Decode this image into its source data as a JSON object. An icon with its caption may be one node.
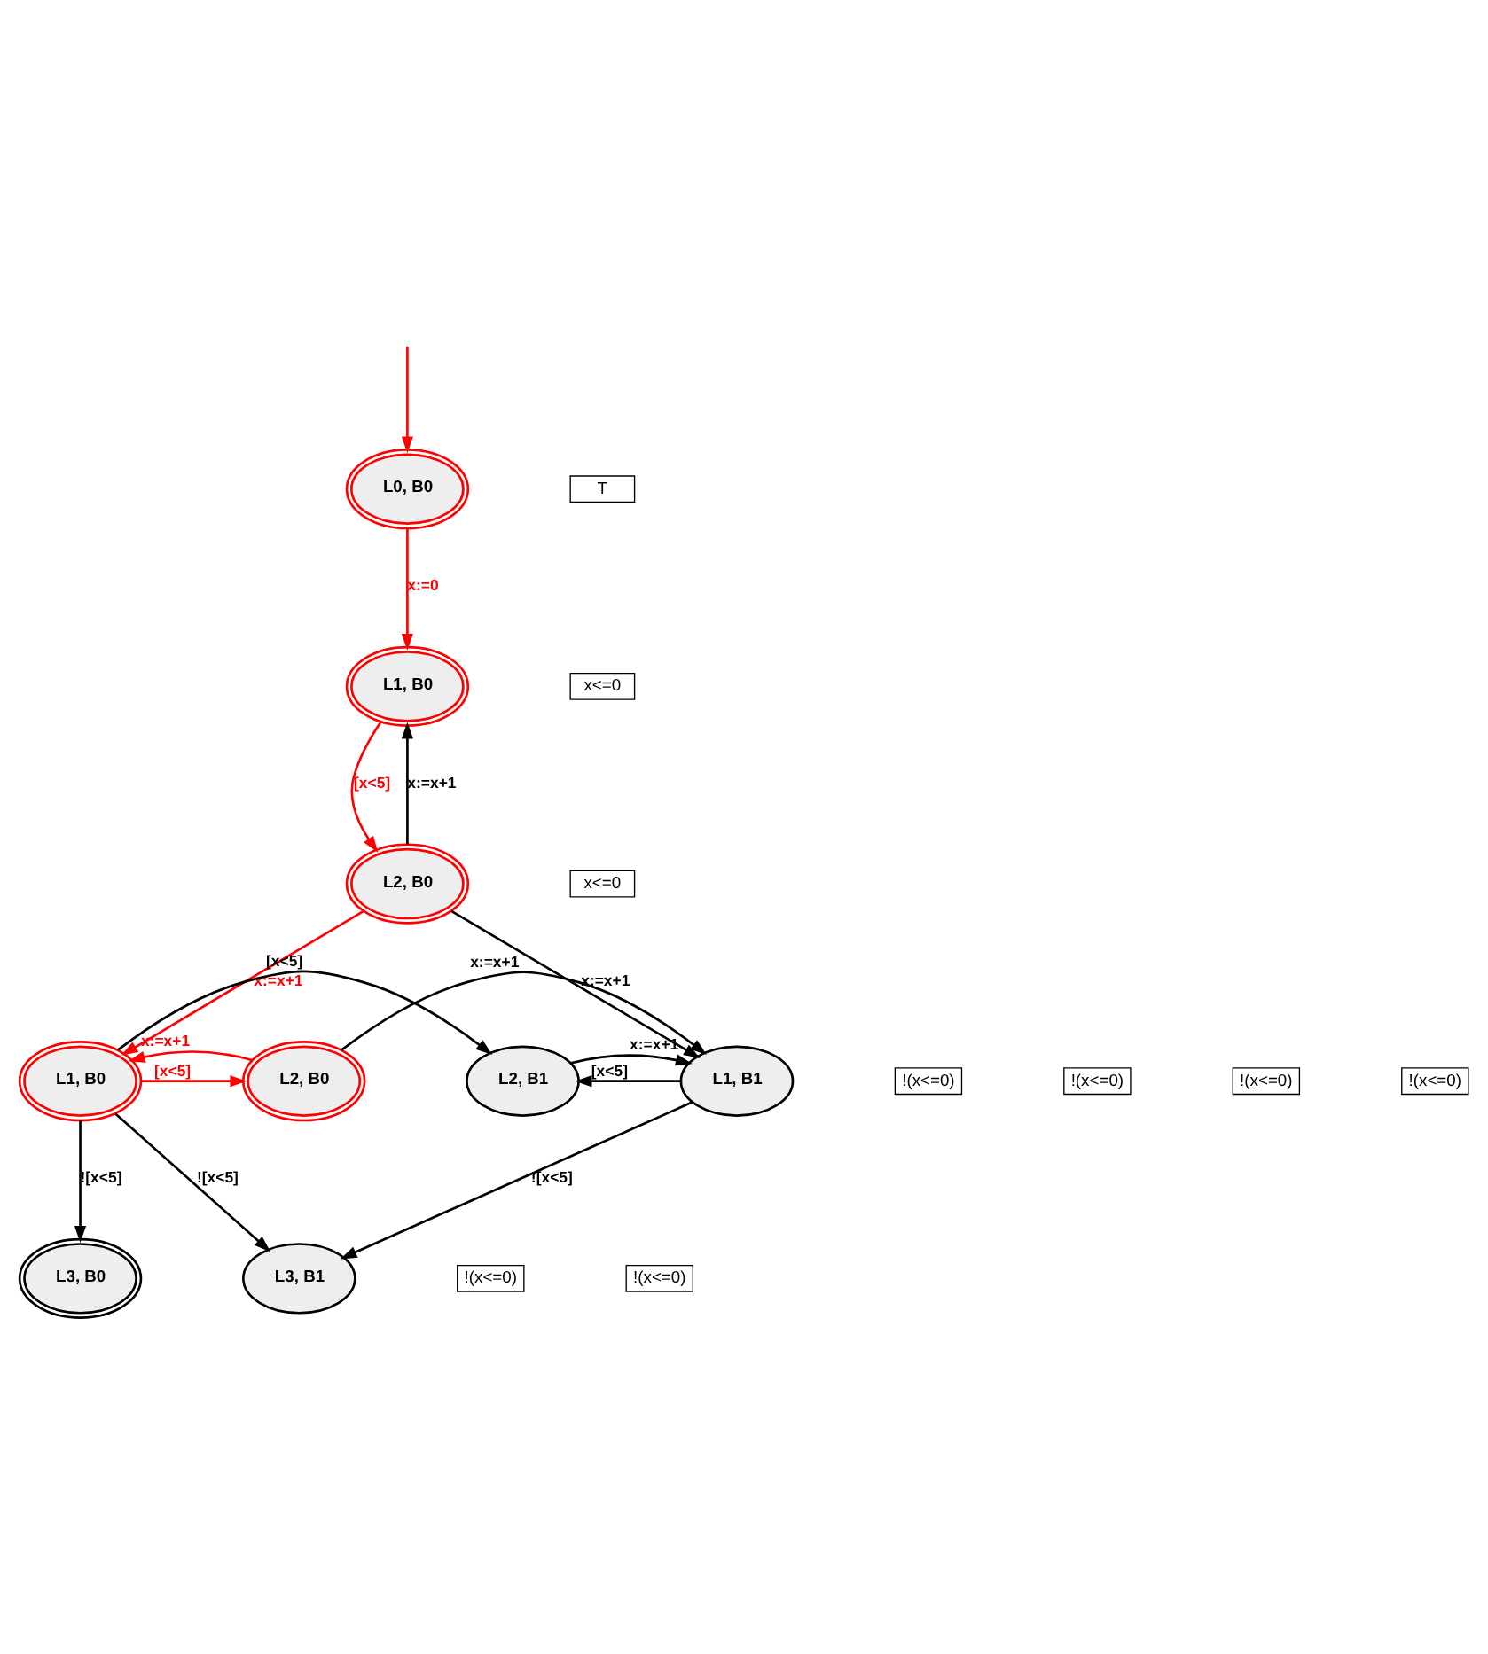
{
  "diagram": {
    "nodes": [
      {
        "text": [
          "L0, B0"
        ]
      },
      {
        "text": [
          "L1, B0"
        ]
      },
      {
        "text": [
          "L2, B0"
        ]
      },
      {
        "text": [
          "L1, B0"
        ]
      },
      {
        "text": [
          "L2, B0"
        ]
      },
      {
        "text": [
          "L2, B1"
        ]
      },
      {
        "text": [
          "L1, B1"
        ]
      },
      {
        "text": [
          "L3, B0"
        ]
      },
      {
        "text": [
          "L3, B1"
        ]
      }
    ],
    "edges": [
      {
        "from": null,
        "to": 0,
        "arrow": "to",
        "color": "#ff0000"
      },
      {
        "from": 0,
        "to": 1,
        "arrow": "to",
        "label": "x:=0",
        "color": "#ff0000"
      },
      {
        "from": 1,
        "to": 2,
        "arrow": "to",
        "label": "[x<5]",
        "color": "#ff0000"
      },
      {
        "from": 2,
        "to": 1,
        "arrow": "to",
        "label": "x:=x+1"
      },
      {
        "from": 2,
        "to": 3,
        "arrow": "to",
        "label": "x:=x+1",
        "color": "#ff0000"
      },
      {
        "from": 2,
        "to": 6,
        "arrow": "to",
        "label": "x:=x+1"
      },
      {
        "from": 3,
        "to": 4,
        "arrow": "to",
        "label": "[x<5]",
        "color": "#ff0000"
      },
      {
        "from": 4,
        "to": 3,
        "arrow": "to",
        "label": "x:=x+1",
        "color": "#ff0000"
      },
      {
        "from": 3,
        "to": 5,
        "arrow": "to",
        "label": "[x<5]"
      },
      {
        "from": 6,
        "to": 5,
        "arrow": "to",
        "label": "[x<5]"
      },
      {
        "from": 5,
        "to": 6,
        "arrow": "to",
        "label": "x:=x+1"
      },
      {
        "from": 4,
        "to": 6,
        "arrow": "to",
        "label": "x:=x+1"
      },
      {
        "from": 3,
        "to": 8,
        "arrow": "to",
        "label": "![x<5]"
      },
      {
        "from": 3,
        "to": 7,
        "arrow": "to",
        "label": "![x<5]"
      },
      {
        "from": 6,
        "to": 8,
        "arrow": "to",
        "label": "![x<5]"
      }
    ],
    "labels": [
      "T",
      "x<=0",
      "x<=0",
      "!(x<=0)",
      "!(x<=0)",
      "!(x<=0)",
      "!(x<=0)",
      "!(x<=0)",
      "!(x<=0)"
    ]
  }
}
